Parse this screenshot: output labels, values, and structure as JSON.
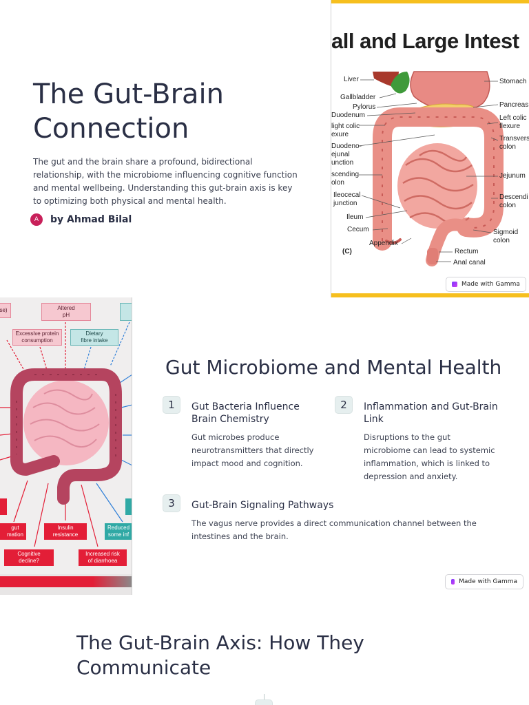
{
  "slide1": {
    "title": "The Gut-Brain Connection",
    "description": "The gut and the brain share a profound, bidirectional relationship, with the microbiome influencing cognitive function and mental wellbeing. Understanding this gut-brain axis is key to optimizing both physical and mental health.",
    "author_initial": "A",
    "author": "by Ahmad Bilal",
    "image": {
      "title": "all and Large Intest",
      "labels": {
        "liver": "Liver",
        "gallbladder": "Gallbladder",
        "pylorus": "Pylorus",
        "duodenum": "Duodenum",
        "right_colic_1": "light colic",
        "right_colic_2": "exure",
        "duodenojejunal_1": "Duodeno-",
        "duodenojejunal_2": "ejunal",
        "duodenojejunal_3": "unction",
        "ascending_1": "scending",
        "ascending_2": "olon",
        "ileocecal_1": "Ileocecal",
        "ileocecal_2": "junction",
        "ileum": "Ileum",
        "cecum": "Cecum",
        "appendix": "Appendix",
        "panel": "(C)",
        "stomach": "Stomach",
        "pancreas": "Pancreas",
        "left_colic_1": "Left colic",
        "left_colic_2": "flexure",
        "transverse_1": "Transvers",
        "transverse_2": "colon",
        "jejunum": "Jejunum",
        "descending_1": "Descendi",
        "descending_2": "colon",
        "sigmoid_1": "Sigmoid",
        "sigmoid_2": "colon",
        "rectum": "Rectum",
        "anal_canal": "Anal canal"
      }
    },
    "badge": "Made with Gamma"
  },
  "slide2": {
    "diagram": {
      "altered_ph": "Altered\npH",
      "partial_top_left": "se)",
      "protein": "Excessive protein\nconsumption",
      "fibre": "Dietary\nfibre intake",
      "gut_inflammation": "gut\nmation",
      "insulin": "Insulin\nresistance",
      "reduced": "Reduced\nsome inf",
      "cognitive": "Cognitive\ndecline?",
      "diarrhoea": "Increased risk\nof diarrhoea"
    },
    "title": "Gut Microbiome and Mental Health",
    "items": [
      {
        "number": "1",
        "title": "Gut Bacteria Influence Brain Chemistry",
        "body": "Gut microbes produce neurotransmitters that directly impact mood and cognition."
      },
      {
        "number": "2",
        "title": "Inflammation and Gut-Brain Link",
        "body": "Disruptions to the gut microbiome can lead to systemic inflammation, which is linked to depression and anxiety."
      },
      {
        "number": "3",
        "title": "Gut-Brain Signaling Pathways",
        "body": "The vagus nerve provides a direct communication channel between the intestines and the brain."
      }
    ],
    "badge": "Made with Gamma"
  },
  "slide3": {
    "title": "The Gut-Brain Axis: How They Communicate"
  }
}
